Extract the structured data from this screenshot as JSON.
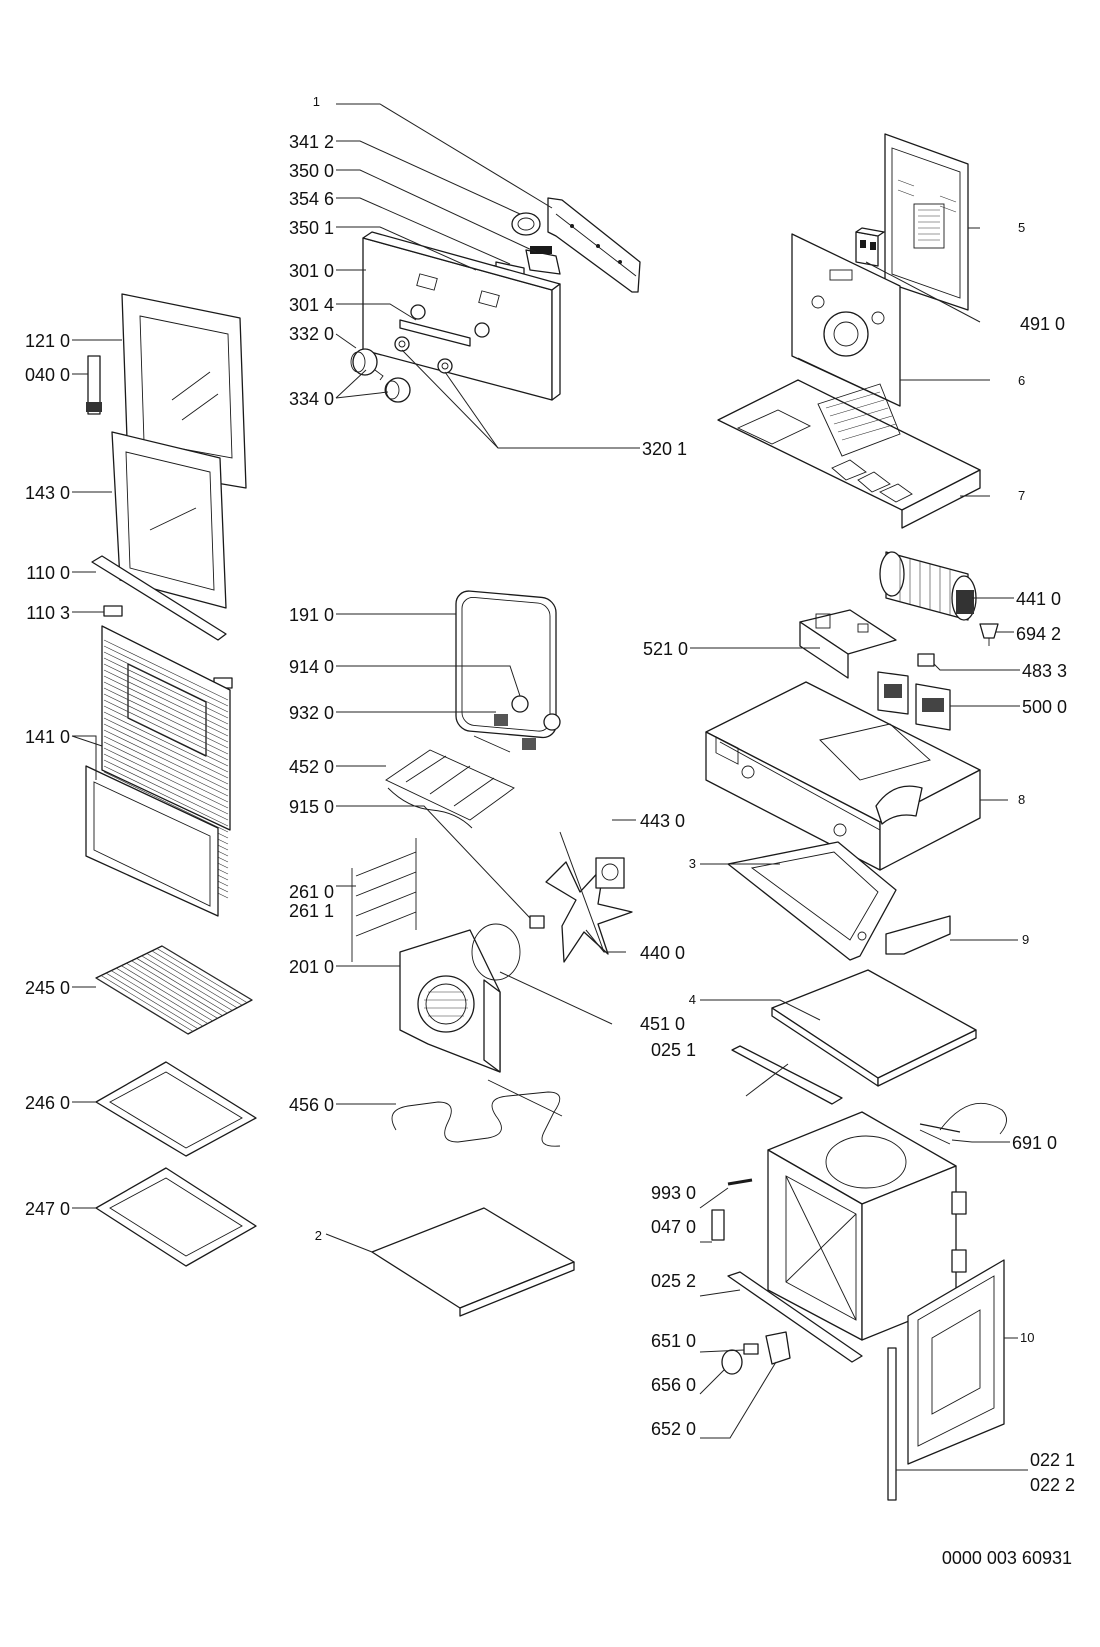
{
  "callouts": {
    "c1": "1",
    "c3412": "341 2",
    "c3500": "350 0",
    "c3546": "354 6",
    "c3501": "350 1",
    "c3010": "301 0",
    "c3014": "301 4",
    "c3320": "332 0",
    "c3340": "334 0",
    "c3201": "320 1",
    "c1210": "121 0",
    "c0400": "040 0",
    "c1430": "143 0",
    "c1100": "110 0",
    "c1103": "110 3",
    "c1410": "141 0",
    "c2450": "245 0",
    "c2460": "246 0",
    "c2470": "247 0",
    "c1910": "191 0",
    "c9140": "914 0",
    "c9320": "932 0",
    "c4520": "452 0",
    "c9150": "915 0",
    "c2610": "261 0",
    "c2611": "261 1",
    "c2010": "201 0",
    "c4560": "456 0",
    "c2": "2",
    "c4430": "443 0",
    "c4400": "440 0",
    "c4510": "451 0",
    "c5": "5",
    "c4910": "491 0",
    "c6": "6",
    "c7": "7",
    "c4410": "441 0",
    "c6942": "694 2",
    "c5210": "521 0",
    "c4833": "483 3",
    "c5000": "500 0",
    "c8": "8",
    "c3": "3",
    "c9": "9",
    "c4": "4",
    "c0251": "025 1",
    "c6910": "691 0",
    "c9930": "993 0",
    "c0470": "047 0",
    "c0252": "025 2",
    "c10": "10",
    "c6510": "651 0",
    "c6560": "656 0",
    "c6520": "652 0",
    "c0221": "022 1",
    "c0222": "022 2"
  },
  "footer": {
    "code": "0000 003 60931"
  }
}
